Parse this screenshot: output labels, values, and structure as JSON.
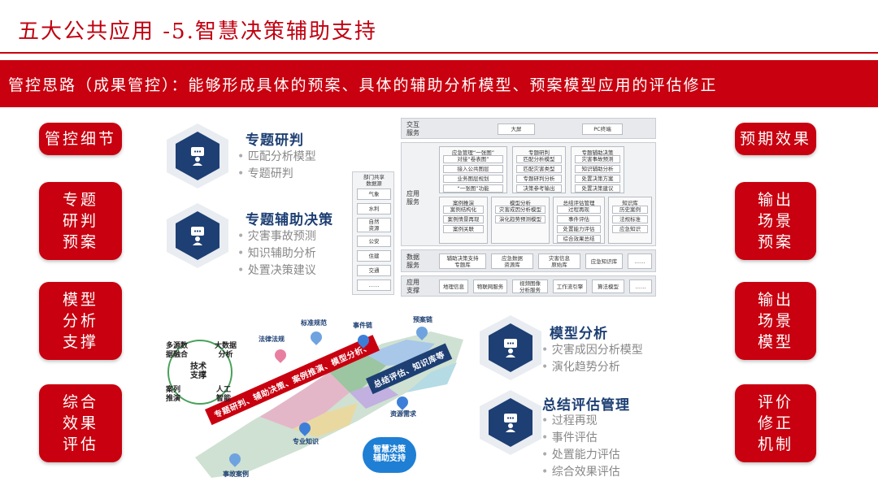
{
  "title": "五大公共应用 -5.智慧决策辅助支持",
  "banner": "管控思路（成果管控）：能够形成具体的预案、具体的辅助分析模型、预案模型应用的评估修正",
  "left": {
    "header": "管控细节",
    "items": [
      "专题\n研判\n预案",
      "模型\n分析\n支撑",
      "综合\n效果\n评估"
    ]
  },
  "right": {
    "header": "预期效果",
    "items": [
      "输出\n场景\n预案",
      "输出\n场景\n模型",
      "评价\n修正\n机制"
    ]
  },
  "sections": [
    {
      "title": "专题研判",
      "bullets": [
        "匹配分析模型",
        "专题研判"
      ]
    },
    {
      "title": "专题辅助决策",
      "bullets": [
        "灾害事故预测",
        "知识辅助分析",
        "处置决策建议"
      ]
    },
    {
      "title": "模型分析",
      "bullets": [
        "灾害成因分析模型",
        "演化趋势分析"
      ]
    },
    {
      "title": "总结评估管理",
      "bullets": [
        "过程再现",
        "事件评估",
        "处置能力评估",
        "综合效果评估"
      ]
    }
  ],
  "arch": {
    "interact_label": "交互\n服务",
    "interact": [
      "大屏",
      "PC终端"
    ],
    "app_label": "应用\n服务",
    "groups_top": [
      {
        "title": "应急管理“一张图”",
        "items": [
          "对接“卷表图”",
          "接入公共图层",
          "业务图层规划",
          "“一张图”功能"
        ]
      },
      {
        "title": "专题研判",
        "items": [
          "匹配分析模型",
          "匹配灾害类型",
          "专题研判分析",
          "决策参考输出"
        ]
      },
      {
        "title": "专题辅助决策",
        "items": [
          "灾害事故预测",
          "知识辅助分析",
          "处置决策方案",
          "处置决策建议"
        ]
      }
    ],
    "groups_bottom": [
      {
        "title": "案例推演",
        "items": [
          "案例结构化",
          "案例情景再现",
          "案例关联"
        ]
      },
      {
        "title": "模型分析",
        "items": [
          "灾害成因分析模型",
          "演化趋势预测模型"
        ]
      },
      {
        "title": "总结评估管理",
        "items": [
          "过程再现",
          "事件评估",
          "处置能力评估",
          "综合效果总结"
        ]
      },
      {
        "title": "知识库",
        "items": [
          "历史案例",
          "法规标准",
          "应急知识"
        ]
      }
    ],
    "data_label": "数据\n服务",
    "data": [
      "辅助决策支持\n专题库",
      "应急数据\n资源库",
      "灾害信息\n原始库",
      "应急知识库",
      "……"
    ],
    "support_label": "应用\n支撑",
    "support": [
      "地理信息",
      "物联网服务",
      "视频图像\n分析服务",
      "工作流引擎",
      "算法模型",
      "……"
    ],
    "dept_title": "部门共享\n数据源",
    "dept": [
      "气象",
      "水利",
      "自然\n资源",
      "公安",
      "住建",
      "交通",
      "……"
    ]
  },
  "graph": {
    "ring_center": "技术\n支撑",
    "ring_items": [
      "多源数\n据融合",
      "大数据\n分析",
      "人工\n智能",
      "案列\n推演"
    ],
    "labels": [
      "法律法规",
      "标准规范",
      "事件链",
      "预案链",
      "资源需求",
      "专业知识",
      "事故案例"
    ],
    "ribbon_lower": "专题研判、辅助决策、案例推演、模型分析、",
    "ribbon_upper": "总结评估、知识库等",
    "bubble": "智慧决策\n辅助支持"
  }
}
